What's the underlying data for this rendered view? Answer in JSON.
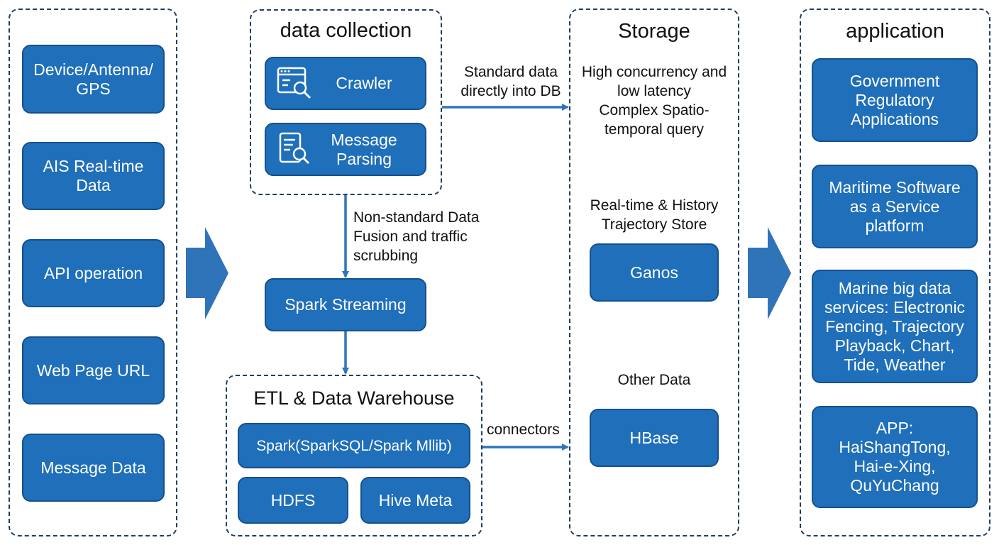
{
  "sources": {
    "items": [
      "Device/Antenna/\nGPS",
      "AIS Real-time\nData",
      "API operation",
      "Web Page URL",
      "Message Data"
    ]
  },
  "collection": {
    "title": "data collection",
    "crawler": "Crawler",
    "message_parsing": "Message\nParsing"
  },
  "labels": {
    "standard_data": "Standard data\ndirectly into DB",
    "non_standard": "Non-standard Data\nFusion and traffic\nscrubbing",
    "connectors": "connectors"
  },
  "processing": {
    "spark_streaming": "Spark Streaming",
    "etl_title": "ETL & Data Warehouse",
    "spark": "Spark(SparkSQL/Spark Mllib)",
    "hdfs": "HDFS",
    "hive": "Hive Meta"
  },
  "storage": {
    "title": "Storage",
    "feature_text": "High concurrency and\nlow latency\nComplex Spatio-\ntemporal query",
    "trajectory_label": "Real-time & History\nTrajectory Store",
    "ganos": "Ganos",
    "other_label": "Other Data",
    "hbase": "HBase"
  },
  "application": {
    "title": "application",
    "items": [
      "Government\nRegulatory\nApplications",
      "Maritime Software\nas a Service\nplatform",
      "Marine big data\nservices: Electronic\nFencing, Trajectory\nPlayback, Chart,\nTide, Weather",
      "APP:\nHaiShangTong,\nHai-e-Xing,\nQuYuChang"
    ]
  },
  "colors": {
    "box_fill": "#1f6fba",
    "box_border": "#16508c",
    "arrow": "#2f74b8",
    "panel_border": "#1f3f63"
  },
  "icons": [
    "browser-search-icon",
    "document-search-icon",
    "right-arrow-icon"
  ]
}
